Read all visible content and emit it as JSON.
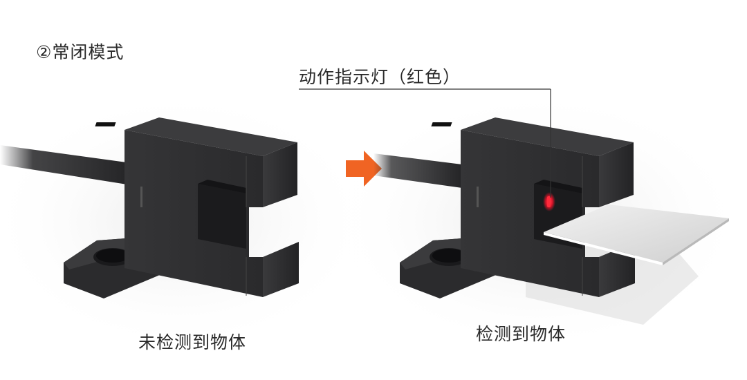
{
  "title": "②常闭模式",
  "indicator_label": "动作指示灯（红色）",
  "captions": {
    "left": "未检测到物体",
    "right": "检测到物体"
  },
  "icons": {
    "arrow": "right-arrow-icon",
    "indicator": "red-led-icon"
  },
  "colors": {
    "arrow": "#f06423",
    "indicator": "#e0142a",
    "sensor_body": "#2d2d2f"
  }
}
